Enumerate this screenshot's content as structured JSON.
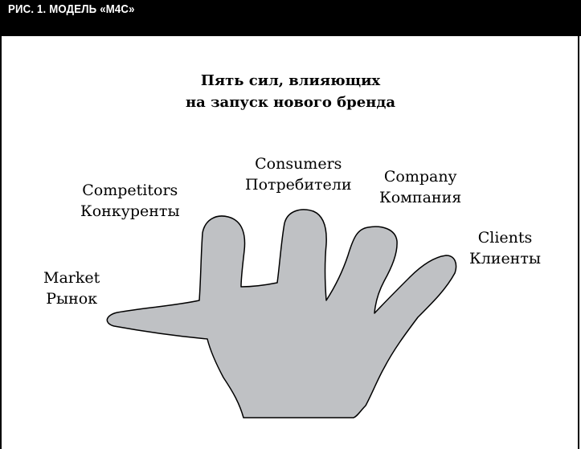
{
  "figure": {
    "header": "РИС. 1. МОДЕЛЬ «М4С»",
    "title_line1": "Пять сил, влияющих",
    "title_line2": "на запуск нового бренда"
  },
  "fingers": [
    {
      "english": "Market",
      "russian": "Рынок"
    },
    {
      "english": "Competitors",
      "russian": "Конкуренты"
    },
    {
      "english": "Consumers",
      "russian": "Потребители"
    },
    {
      "english": "Company",
      "russian": "Компания"
    },
    {
      "english": "Clients",
      "russian": "Клиенты"
    }
  ],
  "colors": {
    "header_bg": "#000000",
    "header_text": "#ffffff",
    "hand_fill": "#bfc1c4",
    "hand_stroke": "#000000"
  }
}
